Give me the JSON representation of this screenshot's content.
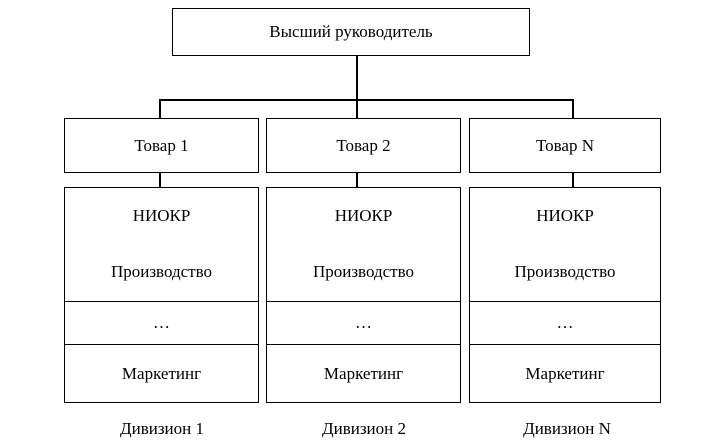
{
  "top": {
    "label": "Высший руководитель"
  },
  "divisions": [
    {
      "product": "Товар 1",
      "functions": [
        "НИОКР",
        "Производство",
        "…",
        "Маркетинг"
      ],
      "label": "Дивизион 1"
    },
    {
      "product": "Товар 2",
      "functions": [
        "НИОКР",
        "Производство",
        "…",
        "Маркетинг"
      ],
      "label": "Дивизион 2"
    },
    {
      "product": "Товар N",
      "functions": [
        "НИОКР",
        "Производство",
        "…",
        "Маркетинг"
      ],
      "label": "Дивизион N"
    }
  ]
}
